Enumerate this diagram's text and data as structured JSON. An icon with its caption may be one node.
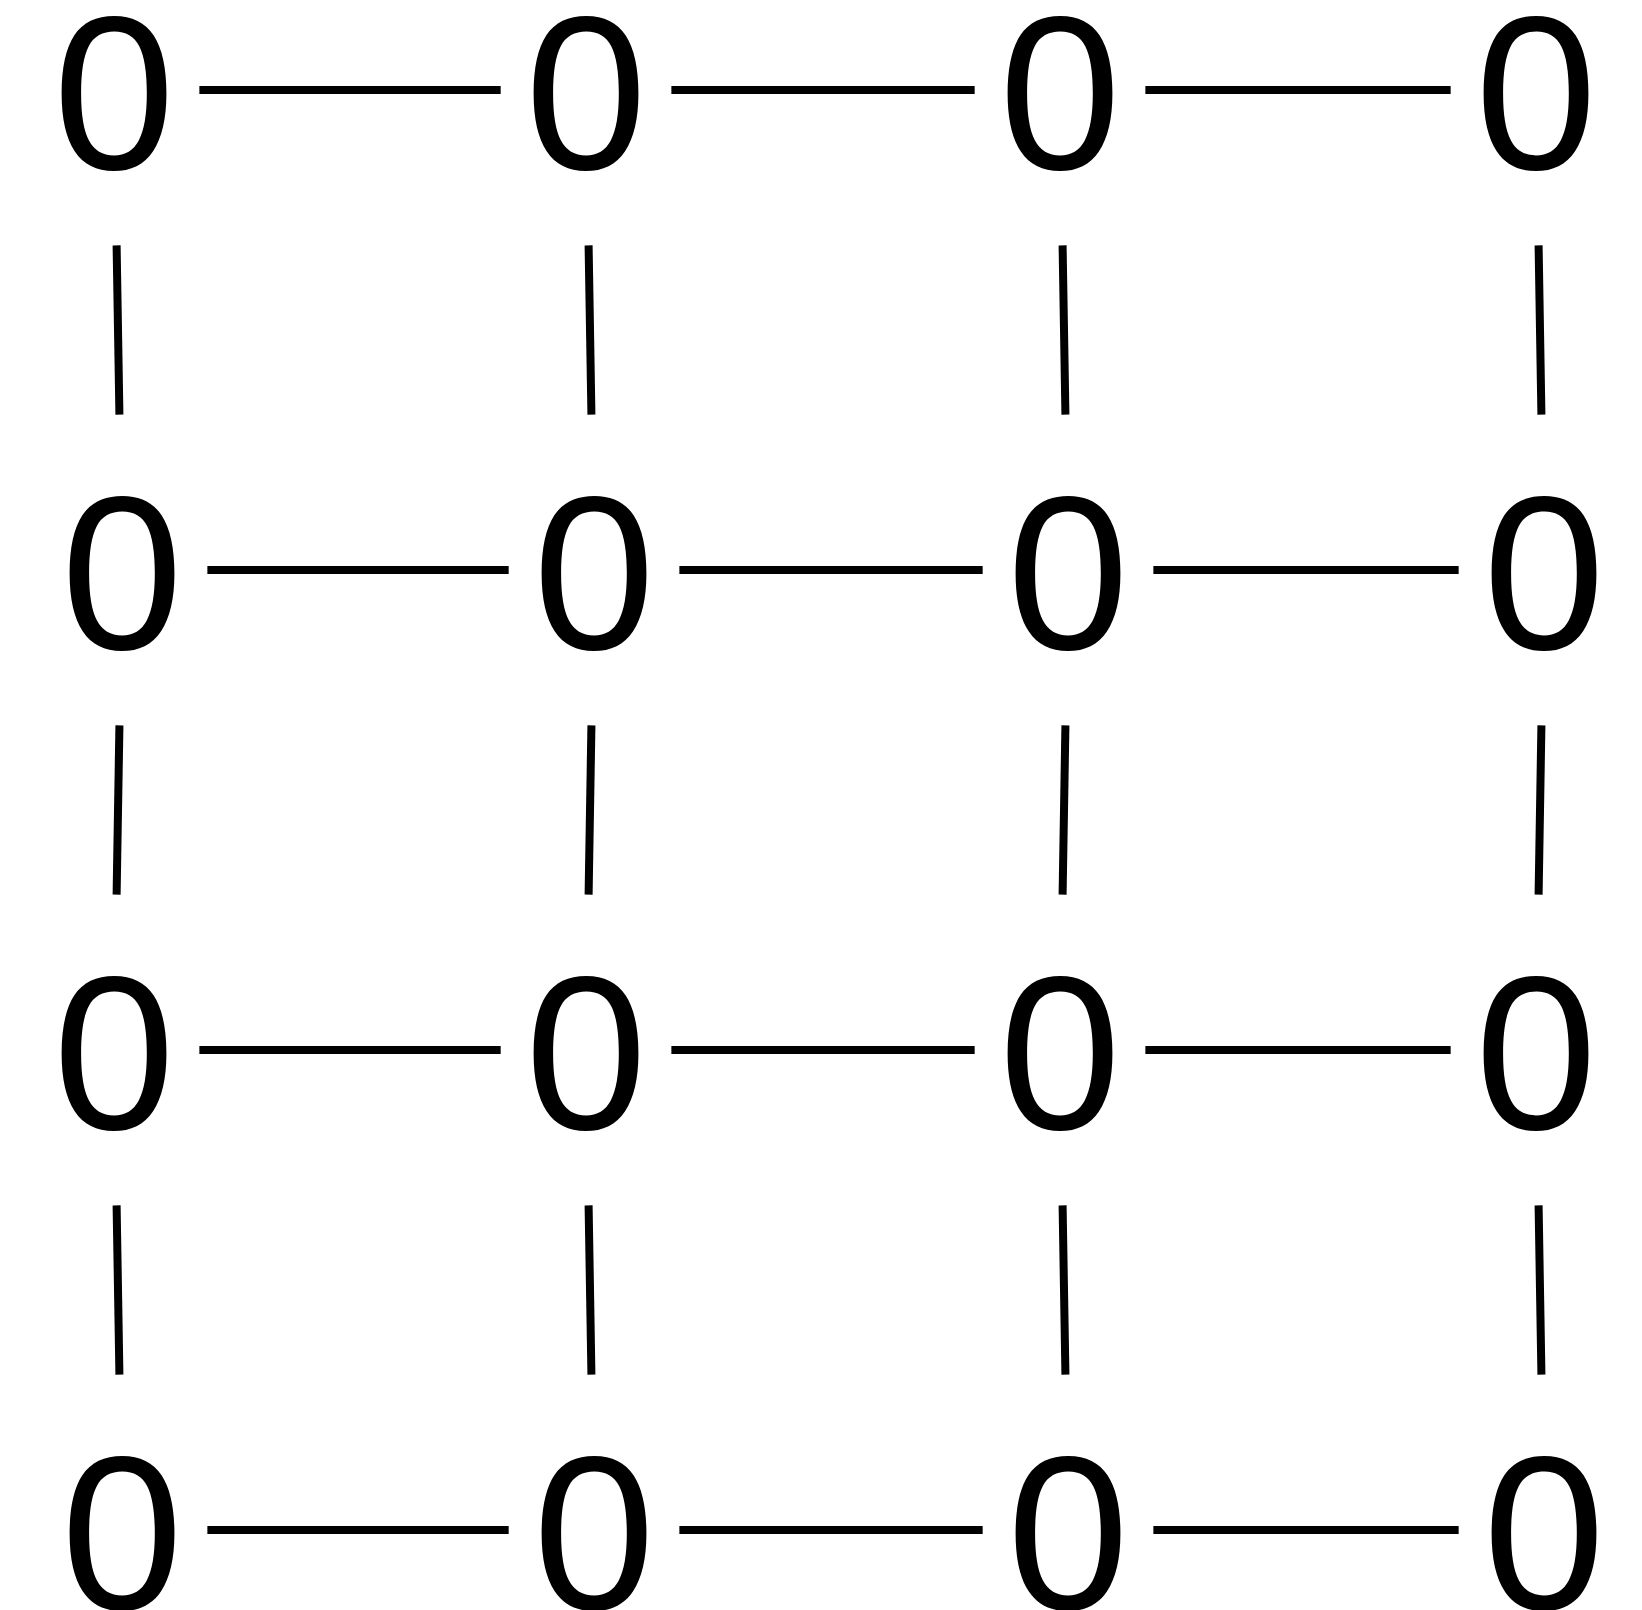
{
  "diagram": {
    "nodes": [
      {
        "text": [
          "0"
        ]
      },
      {
        "text": [
          "0"
        ]
      },
      {
        "text": [
          "0"
        ]
      },
      {
        "text": [
          "0"
        ]
      },
      {
        "text": [
          "0"
        ]
      },
      {
        "text": [
          "0"
        ]
      },
      {
        "text": [
          "0"
        ]
      },
      {
        "text": [
          "0"
        ]
      },
      {
        "text": [
          "0"
        ]
      },
      {
        "text": [
          "0"
        ]
      },
      {
        "text": [
          "0"
        ]
      },
      {
        "text": [
          "0"
        ]
      },
      {
        "text": [
          "0"
        ]
      },
      {
        "text": [
          "0"
        ]
      },
      {
        "text": [
          "0"
        ]
      },
      {
        "text": [
          "0"
        ]
      }
    ],
    "edges": [
      {
        "from": 0,
        "to": 1,
        "arrow": "none"
      },
      {
        "from": 1,
        "to": 2,
        "arrow": "none"
      },
      {
        "from": 2,
        "to": 3,
        "arrow": "none"
      },
      {
        "from": 0,
        "to": 4,
        "arrow": "none"
      },
      {
        "from": 1,
        "to": 5,
        "arrow": "none"
      },
      {
        "from": 2,
        "to": 6,
        "arrow": "none"
      },
      {
        "from": 3,
        "to": 7,
        "arrow": "none"
      },
      {
        "from": 4,
        "to": 5,
        "arrow": "none"
      },
      {
        "from": 5,
        "to": 6,
        "arrow": "none"
      },
      {
        "from": 6,
        "to": 7,
        "arrow": "none"
      },
      {
        "from": 4,
        "to": 8,
        "arrow": "none"
      },
      {
        "from": 5,
        "to": 9,
        "arrow": "none"
      },
      {
        "from": 6,
        "to": 10,
        "arrow": "none"
      },
      {
        "from": 7,
        "to": 11,
        "arrow": "none"
      },
      {
        "from": 8,
        "to": 9,
        "arrow": "none"
      },
      {
        "from": 9,
        "to": 10,
        "arrow": "none"
      },
      {
        "from": 10,
        "to": 11,
        "arrow": "none"
      },
      {
        "from": 8,
        "to": 12,
        "arrow": "none"
      },
      {
        "from": 9,
        "to": 13,
        "arrow": "none"
      },
      {
        "from": 10,
        "to": 14,
        "arrow": "none"
      },
      {
        "from": 11,
        "to": 15,
        "arrow": "none"
      },
      {
        "from": 12,
        "to": 13,
        "arrow": "none"
      },
      {
        "from": 13,
        "to": 14,
        "arrow": "none"
      },
      {
        "from": 14,
        "to": 15,
        "arrow": "none"
      }
    ]
  }
}
